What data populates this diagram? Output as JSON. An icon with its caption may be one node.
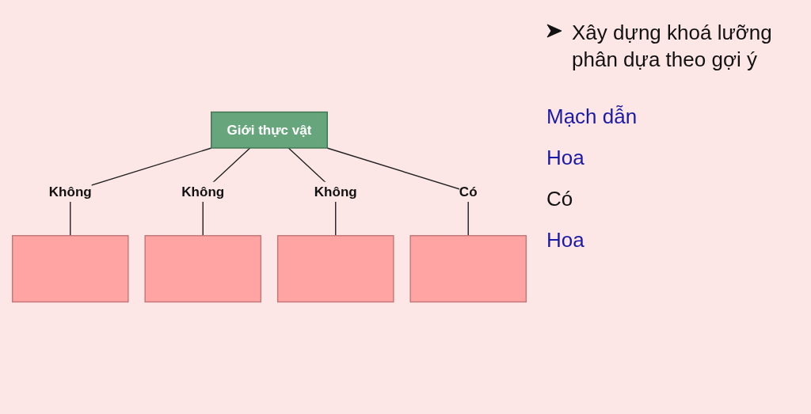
{
  "diagram": {
    "nodes": [
      {
        "text": [
          "Giới thực vật"
        ]
      },
      {
        "text": [],
        "shape": "box"
      },
      {
        "text": [],
        "shape": "box"
      },
      {
        "text": [],
        "shape": "box"
      },
      {
        "text": [],
        "shape": "box"
      }
    ],
    "edges": [
      {
        "from": 0,
        "to": 1,
        "arrow": "none",
        "label": "Không"
      },
      {
        "from": 0,
        "to": 2,
        "arrow": "none",
        "label": "Không"
      },
      {
        "from": 0,
        "to": 3,
        "arrow": "none",
        "label": "Không"
      },
      {
        "from": 0,
        "to": 4,
        "arrow": "none",
        "label": "Có"
      }
    ],
    "labels": [
      "Xây dựng khoá lưỡng phân dựa theo gợi ý",
      "Mạch dẫn",
      "Hoa",
      "Có",
      "Hoa"
    ]
  }
}
